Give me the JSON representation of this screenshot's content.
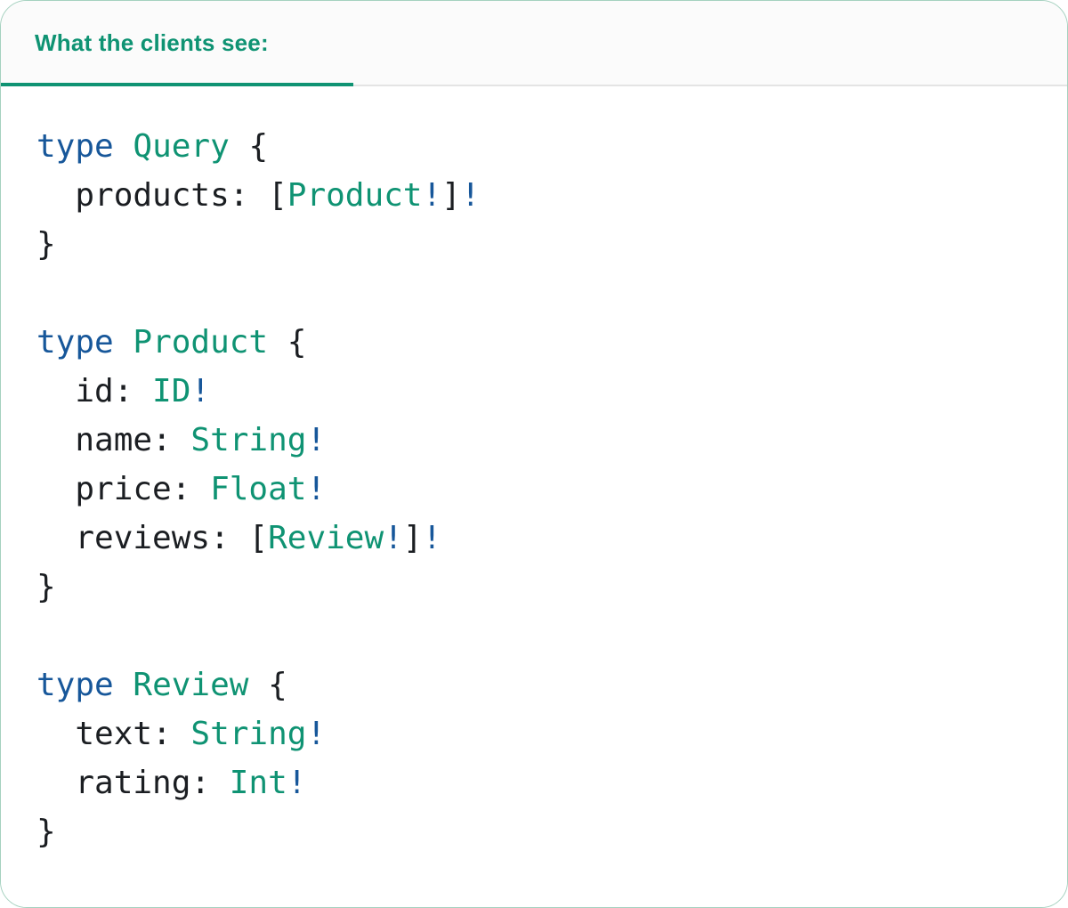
{
  "card": {
    "header": {
      "tab_label": "What the clients see:"
    },
    "colors": {
      "accent_teal": "#0f9373",
      "keyword_blue": "#17579a",
      "code_plain": "#1b1e22",
      "header_bg": "#fbfbfb",
      "header_divider": "#e4e4e4",
      "card_border": "#a5d1bf",
      "card_bg": "#ffffff"
    },
    "code": {
      "language": "graphql",
      "lines": [
        [
          {
            "c": "kw",
            "t": "type"
          },
          {
            "c": "plain",
            "t": " "
          },
          {
            "c": "type",
            "t": "Query"
          },
          {
            "c": "plain",
            "t": " {"
          }
        ],
        [
          {
            "c": "plain",
            "t": "  products: ["
          },
          {
            "c": "type",
            "t": "Product"
          },
          {
            "c": "kw",
            "t": "!"
          },
          {
            "c": "plain",
            "t": "]"
          },
          {
            "c": "kw",
            "t": "!"
          }
        ],
        [
          {
            "c": "plain",
            "t": "}"
          }
        ],
        [],
        [
          {
            "c": "kw",
            "t": "type"
          },
          {
            "c": "plain",
            "t": " "
          },
          {
            "c": "type",
            "t": "Product"
          },
          {
            "c": "plain",
            "t": " {"
          }
        ],
        [
          {
            "c": "plain",
            "t": "  id: "
          },
          {
            "c": "type",
            "t": "ID"
          },
          {
            "c": "kw",
            "t": "!"
          }
        ],
        [
          {
            "c": "plain",
            "t": "  name: "
          },
          {
            "c": "type",
            "t": "String"
          },
          {
            "c": "kw",
            "t": "!"
          }
        ],
        [
          {
            "c": "plain",
            "t": "  price: "
          },
          {
            "c": "type",
            "t": "Float"
          },
          {
            "c": "kw",
            "t": "!"
          }
        ],
        [
          {
            "c": "plain",
            "t": "  reviews: ["
          },
          {
            "c": "type",
            "t": "Review"
          },
          {
            "c": "kw",
            "t": "!"
          },
          {
            "c": "plain",
            "t": "]"
          },
          {
            "c": "kw",
            "t": "!"
          }
        ],
        [
          {
            "c": "plain",
            "t": "}"
          }
        ],
        [],
        [
          {
            "c": "kw",
            "t": "type"
          },
          {
            "c": "plain",
            "t": " "
          },
          {
            "c": "type",
            "t": "Review"
          },
          {
            "c": "plain",
            "t": " {"
          }
        ],
        [
          {
            "c": "plain",
            "t": "  text: "
          },
          {
            "c": "type",
            "t": "String"
          },
          {
            "c": "kw",
            "t": "!"
          }
        ],
        [
          {
            "c": "plain",
            "t": "  rating: "
          },
          {
            "c": "type",
            "t": "Int"
          },
          {
            "c": "kw",
            "t": "!"
          }
        ],
        [
          {
            "c": "plain",
            "t": "}"
          }
        ]
      ]
    }
  }
}
